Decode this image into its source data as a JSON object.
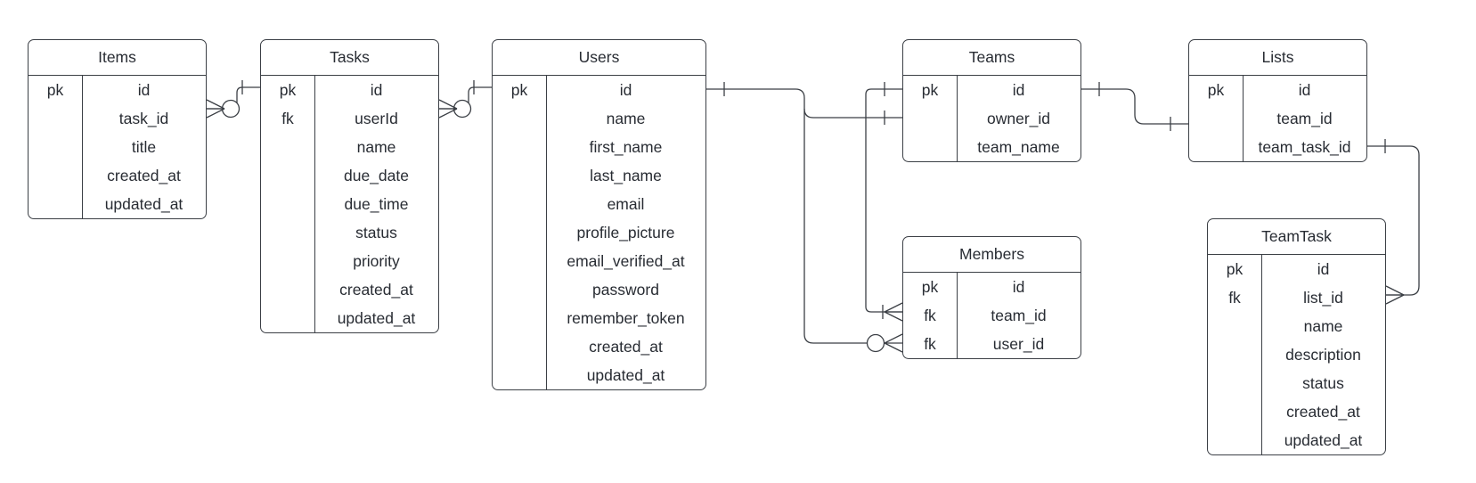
{
  "diagram": {
    "entities": [
      {
        "id": "items",
        "name": "Items",
        "rows": [
          {
            "key": "pk",
            "field": "id"
          },
          {
            "key": "",
            "field": "task_id"
          },
          {
            "key": "",
            "field": "title"
          },
          {
            "key": "",
            "field": "created_at"
          },
          {
            "key": "",
            "field": "updated_at"
          }
        ]
      },
      {
        "id": "tasks",
        "name": "Tasks",
        "rows": [
          {
            "key": "pk",
            "field": "id"
          },
          {
            "key": "fk",
            "field": "userId"
          },
          {
            "key": "",
            "field": "name"
          },
          {
            "key": "",
            "field": "due_date"
          },
          {
            "key": "",
            "field": "due_time"
          },
          {
            "key": "",
            "field": "status"
          },
          {
            "key": "",
            "field": "priority"
          },
          {
            "key": "",
            "field": "created_at"
          },
          {
            "key": "",
            "field": "updated_at"
          }
        ]
      },
      {
        "id": "users",
        "name": "Users",
        "rows": [
          {
            "key": "pk",
            "field": "id"
          },
          {
            "key": "",
            "field": "name"
          },
          {
            "key": "",
            "field": "first_name"
          },
          {
            "key": "",
            "field": "last_name"
          },
          {
            "key": "",
            "field": "email"
          },
          {
            "key": "",
            "field": "profile_picture"
          },
          {
            "key": "",
            "field": "email_verified_at"
          },
          {
            "key": "",
            "field": "password"
          },
          {
            "key": "",
            "field": "remember_token"
          },
          {
            "key": "",
            "field": "created_at"
          },
          {
            "key": "",
            "field": "updated_at"
          }
        ]
      },
      {
        "id": "teams",
        "name": "Teams",
        "rows": [
          {
            "key": "pk",
            "field": "id"
          },
          {
            "key": "",
            "field": "owner_id"
          },
          {
            "key": "",
            "field": "team_name"
          }
        ]
      },
      {
        "id": "members",
        "name": "Members",
        "rows": [
          {
            "key": "pk",
            "field": "id"
          },
          {
            "key": "fk",
            "field": "team_id"
          },
          {
            "key": "fk",
            "field": "user_id"
          }
        ]
      },
      {
        "id": "lists",
        "name": "Lists",
        "rows": [
          {
            "key": "pk",
            "field": "id"
          },
          {
            "key": "",
            "field": "team_id"
          },
          {
            "key": "",
            "field": "team_task_id"
          }
        ]
      },
      {
        "id": "teamtask",
        "name": "TeamTask",
        "rows": [
          {
            "key": "pk",
            "field": "id"
          },
          {
            "key": "fk",
            "field": "list_id"
          },
          {
            "key": "",
            "field": "name"
          },
          {
            "key": "",
            "field": "description"
          },
          {
            "key": "",
            "field": "status"
          },
          {
            "key": "",
            "field": "created_at"
          },
          {
            "key": "",
            "field": "updated_at"
          }
        ]
      }
    ],
    "relationships": [
      {
        "from": "tasks",
        "from_card": "one",
        "to": "items",
        "to_card": "zero-or-many"
      },
      {
        "from": "users",
        "from_card": "one",
        "to": "tasks",
        "to_card": "zero-or-many"
      },
      {
        "from": "users",
        "from_card": "one",
        "to": "teams",
        "to_card": "one"
      },
      {
        "from": "users",
        "from_card": "one",
        "to": "members",
        "to_card": "zero-or-many"
      },
      {
        "from": "teams",
        "from_card": "one",
        "to": "members",
        "to_card": "one-or-many"
      },
      {
        "from": "teams",
        "from_card": "one",
        "to": "lists",
        "to_card": "one"
      },
      {
        "from": "lists",
        "from_card": "one",
        "to": "teamtask",
        "to_card": "many"
      }
    ]
  }
}
